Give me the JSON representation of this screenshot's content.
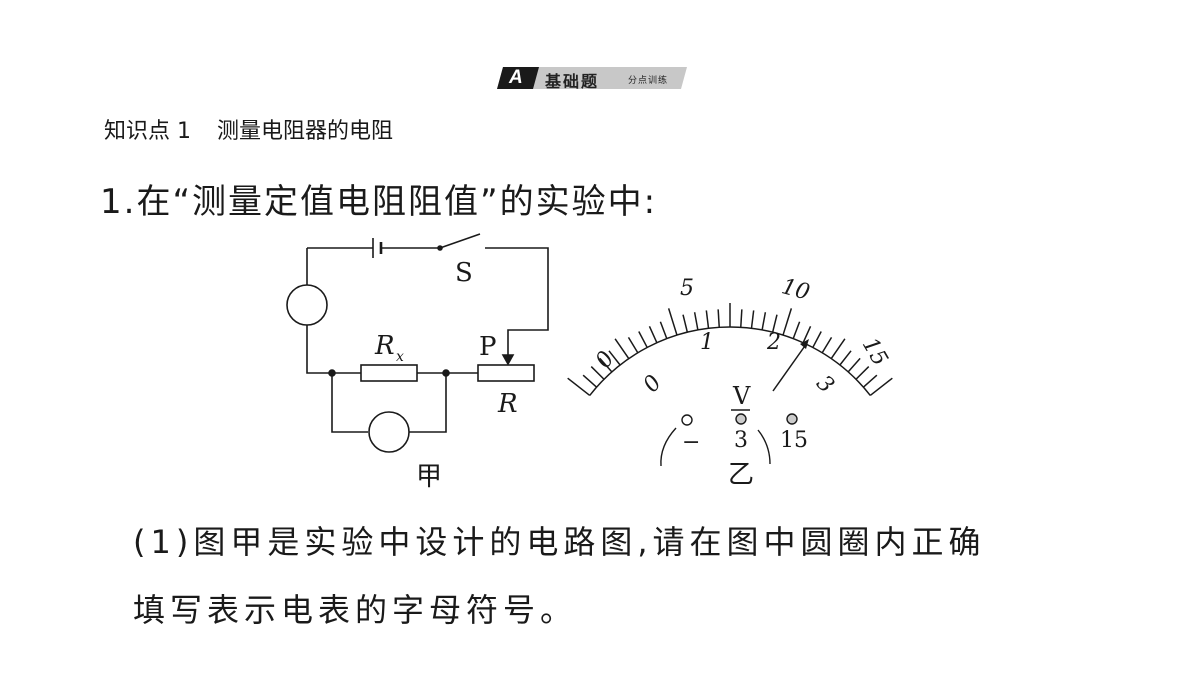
{
  "banner": {
    "letter": "A",
    "title": "基础题",
    "subtitle": "分点训练"
  },
  "knowledge_point": {
    "label": "知识点 1",
    "title": "测量电阻器的电阻"
  },
  "question": {
    "title": "1.在“测量定值电阻阻值”的实验中:",
    "part1_line1": "(1)图甲是实验中设计的电路图,请在图中圆圈内正确",
    "part1_line2": "填写表示电表的字母符号。"
  },
  "figure_jia": {
    "switch_label": "S",
    "rx_label": "R",
    "rx_sub": "x",
    "p_label": "P",
    "r_label": "R",
    "caption": "甲"
  },
  "figure_yi": {
    "outer_scale": [
      "0",
      "5",
      "10",
      "15"
    ],
    "inner_scale": [
      "0",
      "1",
      "2",
      "3"
    ],
    "unit": "V",
    "terminals": [
      "−",
      "3",
      "15"
    ],
    "caption": "乙"
  },
  "colors": {
    "text": "#1a1a1a",
    "banner_dark": "#1a1a1a",
    "banner_light": "#c8c8c8"
  }
}
